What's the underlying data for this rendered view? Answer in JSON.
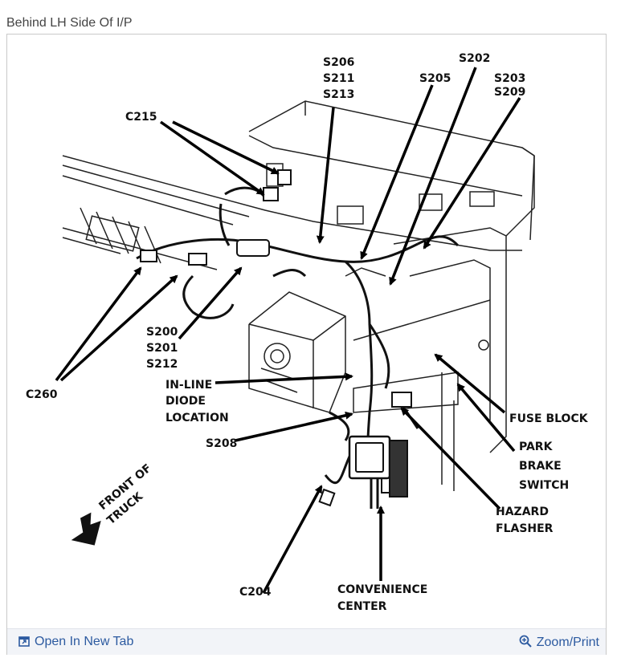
{
  "caption": "Behind LH Side Of I/P",
  "labels": {
    "s206": "S206",
    "s211": "S211",
    "s213": "S213",
    "s202": "S202",
    "s205": "S205",
    "s203": "S203",
    "s209": "S209",
    "c215": "C215",
    "s200": "S200",
    "s201": "S201",
    "s212": "S212",
    "c260": "C260",
    "inline1": "IN-LINE",
    "inline2": "DIODE",
    "inline3": "LOCATION",
    "fuse": "FUSE BLOCK",
    "park1": "PARK",
    "park2": "BRAKE",
    "park3": "SWITCH",
    "s208": "S208",
    "front1": "FRONT OF",
    "front2": "TRUCK",
    "hazard1": "HAZARD",
    "hazard2": "FLASHER",
    "c204": "C204",
    "conv1": "CONVENIENCE",
    "conv2": "CENTER"
  },
  "footer": {
    "open_label": "Open In New Tab",
    "zoom_label": "Zoom/Print",
    "open_icon": "open-new-tab-icon",
    "zoom_icon": "magnifier-zoom-icon",
    "link_color": "#2c5aa0"
  }
}
